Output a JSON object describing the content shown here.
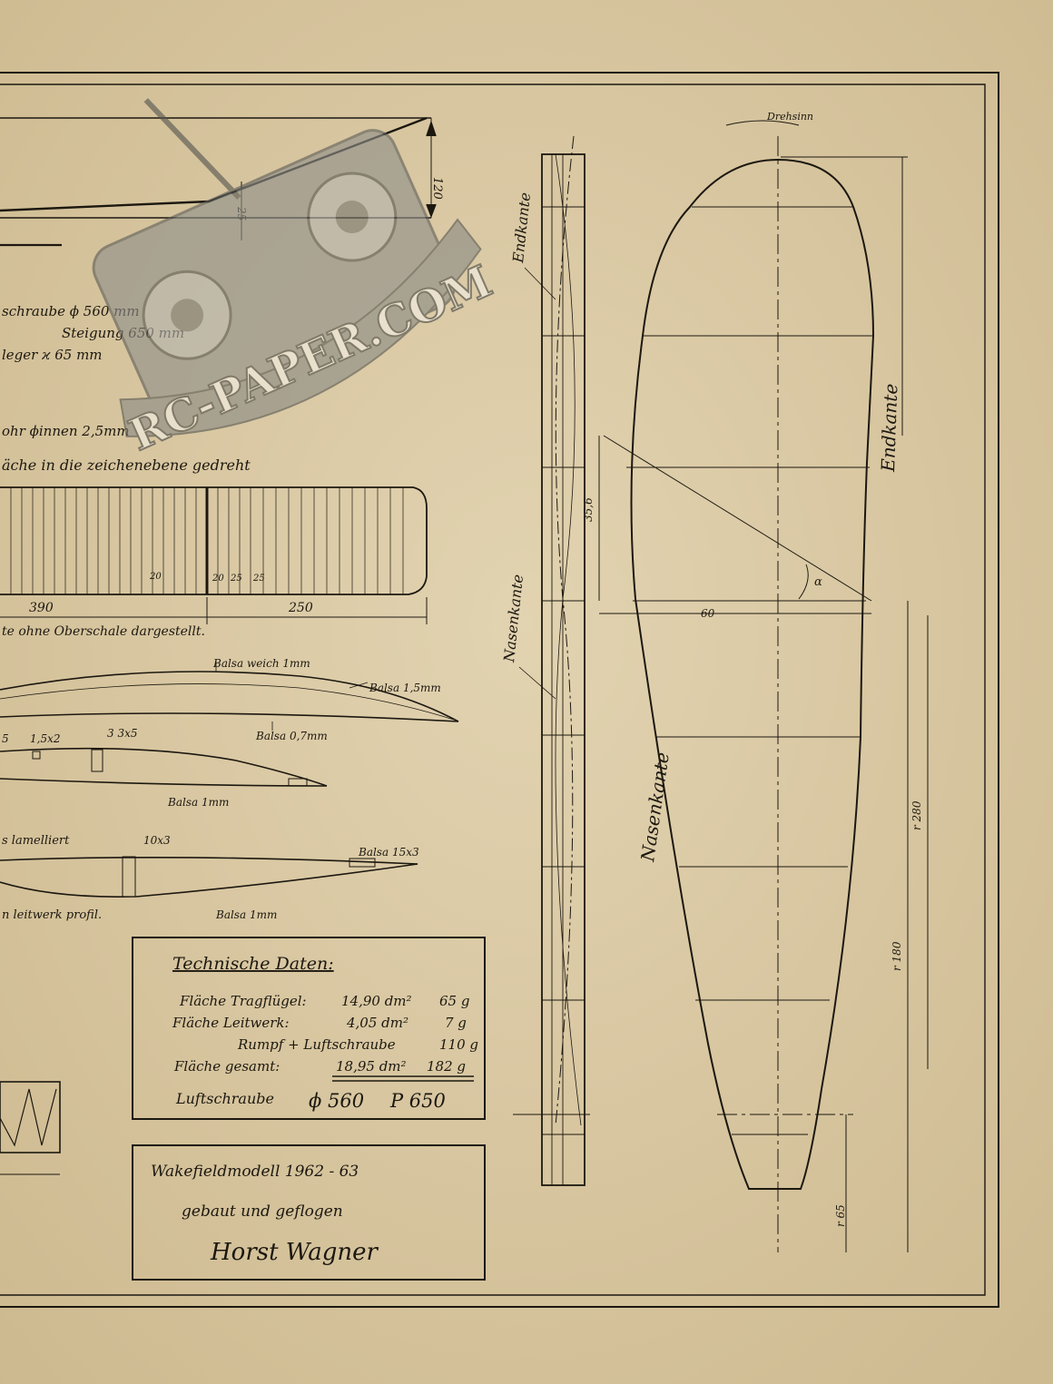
{
  "watermark": "RC-PAPER.COM",
  "top_labels": {
    "dim_120": "120",
    "dim_25": "25",
    "dreh": "Drehsinn"
  },
  "prop_spec": {
    "line1": "schraube   ϕ 560 mm",
    "line2": "Steigung   650 mm",
    "line3": "leger  ϰ 65 mm"
  },
  "rohr": "ohr ϕinnen 2,5mm",
  "wing_note": "äche in die zeichenebene gedreht",
  "wing_dims": {
    "d390": "390",
    "d250": "250",
    "d20a": "20",
    "d20b": "20",
    "d25a": "25",
    "d25b": "25"
  },
  "wing_caption": "te ohne Oberschale dargestellt.",
  "profile_labels": {
    "balsa_weich": "Balsa weich 1mm",
    "balsa15": "Balsa 1,5mm",
    "balsa07": "Balsa 0,7mm",
    "s15": "1,5x2",
    "s5": "5",
    "s38": "3  3x5",
    "balsa1a": "Balsa 1mm",
    "lamelliert": "s lamelliert",
    "s10x3": "10x3",
    "balsa15x3": "Balsa 15x3",
    "leitwerk": "n leitwerk profil.",
    "balsa1b": "Balsa 1mm"
  },
  "tech": {
    "title": "Technische Daten:",
    "rows": [
      {
        "label": "Fläche Tragflügel:",
        "value": "14,90 dm²",
        "weight": "65 g"
      },
      {
        "label": "Fläche Leitwerk:",
        "value": "4,05 dm²",
        "weight": "7 g"
      },
      {
        "label": "Rumpf + Luftschraube",
        "value": "",
        "weight": "110 g"
      },
      {
        "label": "Fläche gesamt:",
        "value": "18,95 dm²",
        "weight": "182 g"
      }
    ],
    "prop_label": "Luftschraube",
    "prop_d": "ϕ 560",
    "prop_p": "P  650"
  },
  "credits": {
    "line1": "Wakefieldmodell     1962 - 63",
    "line2": "gebaut und geflogen",
    "signature": "Horst Wagner"
  },
  "blade_labels": {
    "endkante_left": "Endkante",
    "nasenkante_left": "Nasenkante",
    "endkante_right": "Endkante",
    "nasenkante_right": "Nasenkante",
    "dim_35": "35,6",
    "dim_60": "60",
    "alpha": "α",
    "r280": "r 280",
    "r180": "r 180",
    "r65": "r 65"
  }
}
